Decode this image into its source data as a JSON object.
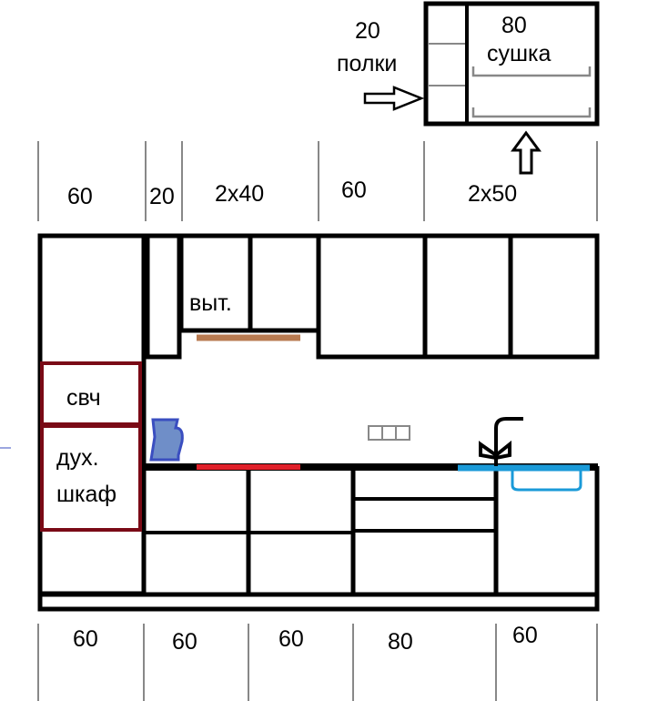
{
  "colors": {
    "outline": "#000000",
    "dim": "#888888",
    "appliance": "#7a0a16",
    "hob": "#e0202a",
    "sink": "#1a9ad8",
    "hood": "#b87a50",
    "kettle": "#6f8ec8"
  },
  "top_unit": {
    "shelves_width": "20",
    "shelves_label": "полки",
    "dryer_width": "80",
    "dryer_label": "сушка"
  },
  "upper_dims": [
    "60",
    "20",
    "2x40",
    "60",
    "2x50"
  ],
  "labels": {
    "hood": "выт.",
    "microwave": "свч",
    "oven_line1": "дух.",
    "oven_line2": "шкаф"
  },
  "lower_dims": [
    "60",
    "60",
    "60",
    "80",
    "60"
  ]
}
